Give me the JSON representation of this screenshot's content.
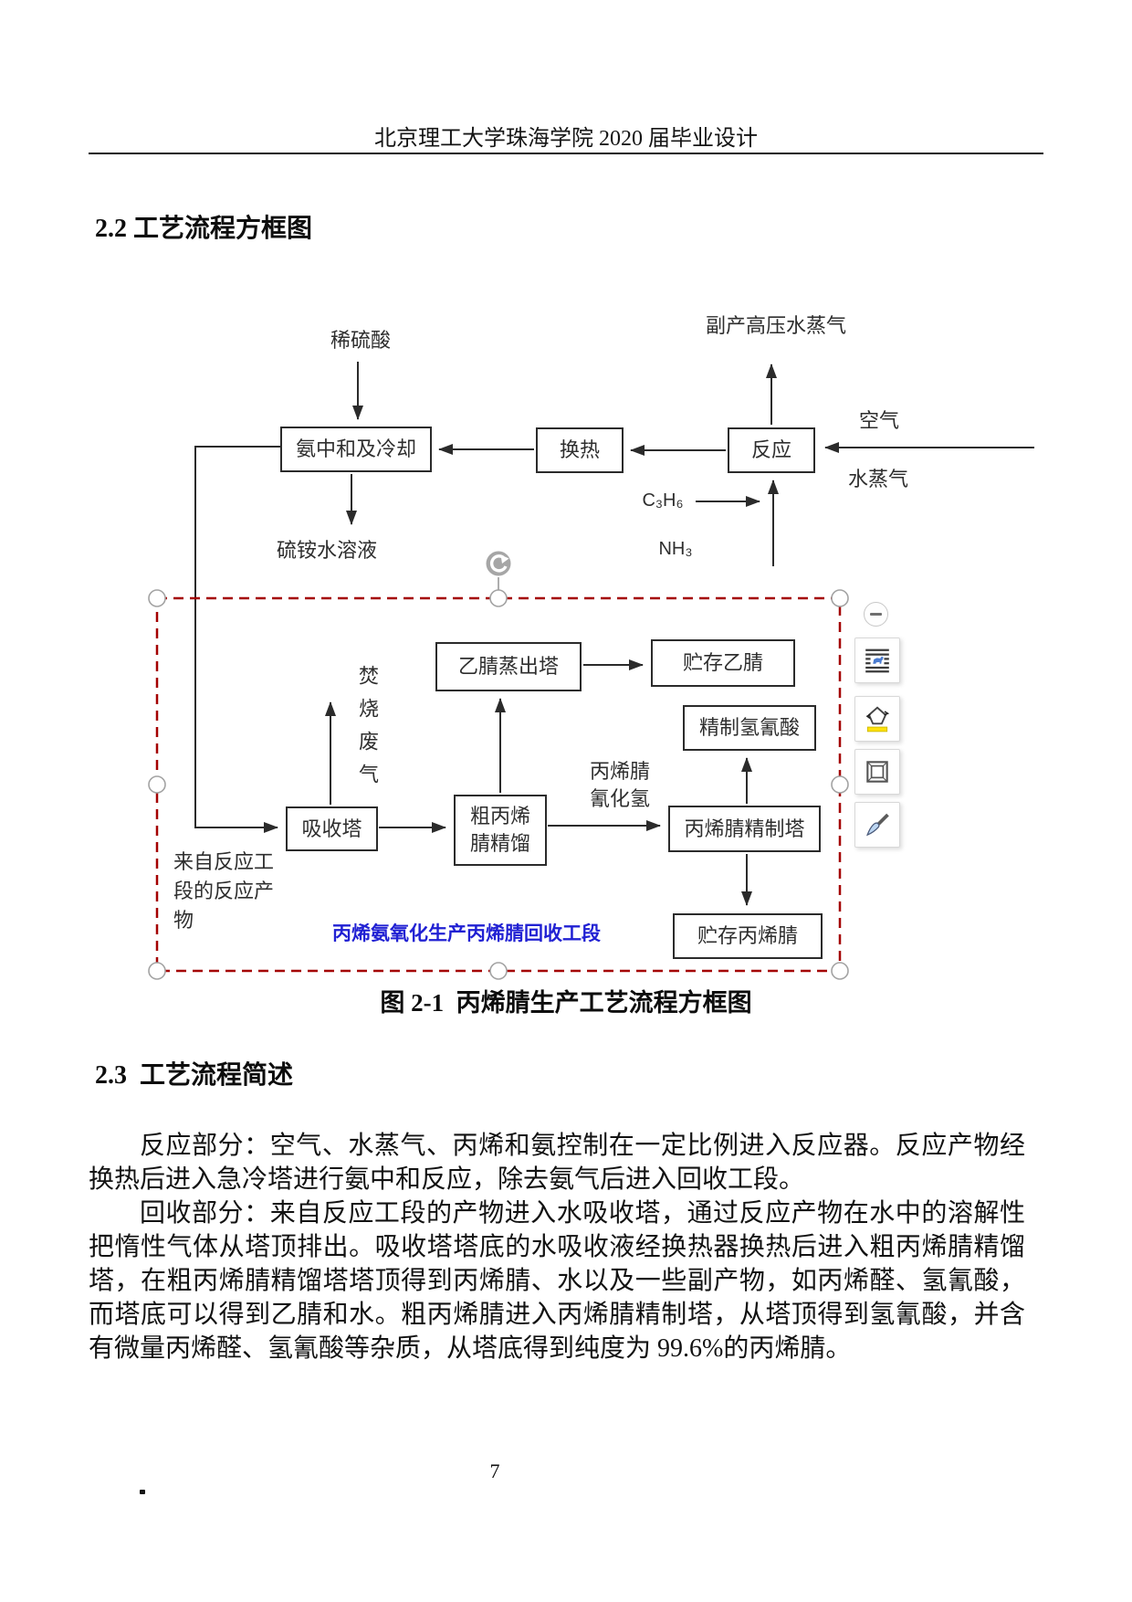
{
  "page": {
    "header_title": "北京理工大学珠海学院 2020 届毕业设计",
    "page_number": "7"
  },
  "headings": {
    "s22": "2.2 工艺流程方框图",
    "s23": "2.3  工艺流程简述"
  },
  "figure": {
    "caption": "图 2-1  丙烯腈生产工艺流程方框图"
  },
  "flow_top": {
    "label_dilute_sulfuric_acid": "稀硫酸",
    "label_byproduct_hp_steam": "副产高压水蒸气",
    "label_air": "空气",
    "label_steam": "水蒸气",
    "label_propylene": "C₃H₆",
    "label_ammonia": "NH₃",
    "label_ammonium_sulfate_solution": "硫铵水溶液",
    "box_ammonia_neutralization_cooling": "氨中和及冷却",
    "box_heat_exchange": "换热",
    "box_reaction": "反应"
  },
  "flow_recovery": {
    "box_acetonitrile_stripper": "乙腈蒸出塔",
    "box_acetonitrile_storage": "贮存乙腈",
    "box_refined_hcn": "精制氢氰酸",
    "box_absorber": "吸收塔",
    "box_crude_an_l1": "粗丙烯",
    "box_crude_an_l2": "腈精馏",
    "box_an_refining_tower": "丙烯腈精制塔",
    "box_an_storage": "贮存丙烯腈",
    "label_incinerated_waste_gas": "焚烧废气",
    "label_an_hcn_l1": "丙烯腈",
    "label_an_hcn_l2": "氰化氢",
    "label_from_reaction_section": "来自反应工段的反应产物",
    "label_recovery_section_title": "丙烯氨氧化生产丙烯腈回收工段"
  },
  "body": {
    "p1": "反应部分：空气、水蒸气、丙烯和氨控制在一定比例进入反应器。反应产物经换热后进入急冷塔进行氨中和反应，除去氨气后进入回收工段。",
    "p2": "回收部分：来自反应工段的产物进入水吸收塔，通过反应产物在水中的溶解性把惰性气体从塔顶排出。吸收塔塔底的水吸收液经换热器换热后进入粗丙烯腈精馏塔，在粗丙烯腈精馏塔塔顶得到丙烯腈、水以及一些副产物，如丙烯醛、氢氰酸，而塔底可以得到乙腈和水。粗丙烯腈进入丙烯腈精制塔，从塔顶得到氢氰酸，并含有微量丙烯醛、氢氰酸等杂质，从塔底得到纯度为 99.6%的丙烯腈。"
  },
  "editor": {
    "toolbar_icons": [
      "collapse-minus-icon",
      "layout-options-icon",
      "shape-fill-icon",
      "crop-frame-icon",
      "brush-icon"
    ],
    "colors": {
      "selection_red": "#a40000",
      "figure_title_blue": "#2121d3",
      "icon_yellow": "#ffe10a",
      "icon_blue": "#4a7bd0"
    }
  }
}
